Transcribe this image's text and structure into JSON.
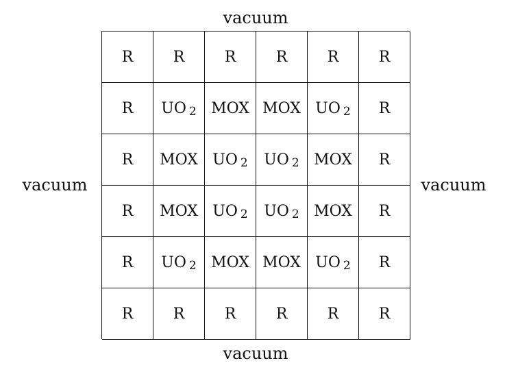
{
  "boundaries": {
    "top": "vacuum",
    "bottom": "vacuum",
    "left": "vacuum",
    "right": "vacuum"
  },
  "grid": {
    "rows": [
      [
        "R",
        "R",
        "R",
        "R",
        "R",
        "R"
      ],
      [
        "R",
        "UO2",
        "MOX",
        "MOX",
        "UO2",
        "R"
      ],
      [
        "R",
        "MOX",
        "UO2",
        "UO2",
        "MOX",
        "R"
      ],
      [
        "R",
        "MOX",
        "UO2",
        "UO2",
        "MOX",
        "R"
      ],
      [
        "R",
        "UO2",
        "MOX",
        "MOX",
        "UO2",
        "R"
      ],
      [
        "R",
        "R",
        "R",
        "R",
        "R",
        "R"
      ]
    ]
  }
}
